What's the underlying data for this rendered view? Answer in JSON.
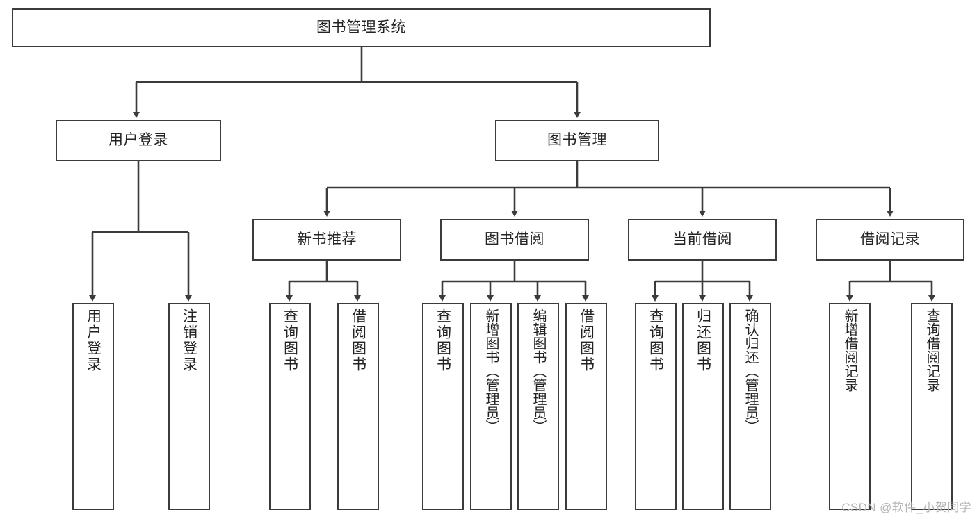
{
  "diagram": {
    "title": "图书管理系统",
    "type": "tree-hierarchy",
    "root": {
      "label": "图书管理系统"
    },
    "level2": [
      {
        "id": "user-login",
        "label": "用户登录"
      },
      {
        "id": "book-management",
        "label": "图书管理"
      }
    ],
    "level3": [
      {
        "id": "new-book-recommend",
        "label": "新书推荐",
        "parent": "book-management"
      },
      {
        "id": "book-borrow",
        "label": "图书借阅",
        "parent": "book-management"
      },
      {
        "id": "current-borrow",
        "label": "当前借阅",
        "parent": "book-management"
      },
      {
        "id": "borrow-record",
        "label": "借阅记录",
        "parent": "book-management"
      }
    ],
    "leaves": [
      {
        "id": "leaf-user-login",
        "label": "用户登录",
        "parent": "user-login"
      },
      {
        "id": "leaf-logout-login",
        "label": "注销登录",
        "parent": "user-login"
      },
      {
        "id": "leaf-query-book-1",
        "label": "查询图书",
        "parent": "new-book-recommend"
      },
      {
        "id": "leaf-borrow-book-1",
        "label": "借阅图书",
        "parent": "new-book-recommend"
      },
      {
        "id": "leaf-query-book-2",
        "label": "查询图书",
        "parent": "book-borrow"
      },
      {
        "id": "leaf-add-book",
        "label": "新增图书（管理员）",
        "parent": "book-borrow"
      },
      {
        "id": "leaf-edit-book",
        "label": "编辑图书（管理员）",
        "parent": "book-borrow"
      },
      {
        "id": "leaf-borrow-book-2",
        "label": "借阅图书",
        "parent": "book-borrow"
      },
      {
        "id": "leaf-query-book-3",
        "label": "查询图书",
        "parent": "current-borrow"
      },
      {
        "id": "leaf-return-book",
        "label": "归还图书",
        "parent": "current-borrow"
      },
      {
        "id": "leaf-confirm-return",
        "label": "确认归还（管理员）",
        "parent": "current-borrow"
      },
      {
        "id": "leaf-add-record",
        "label": "新增借阅记录",
        "parent": "borrow-record"
      },
      {
        "id": "leaf-query-record",
        "label": "查询借阅记录",
        "parent": "borrow-record"
      }
    ]
  },
  "watermark": {
    "text": "CSDN @软件_小贺同学"
  },
  "colors": {
    "border": "#3b3b3b",
    "text": "#232323",
    "background": "#ffffff",
    "watermark": "#b6b6b6"
  }
}
